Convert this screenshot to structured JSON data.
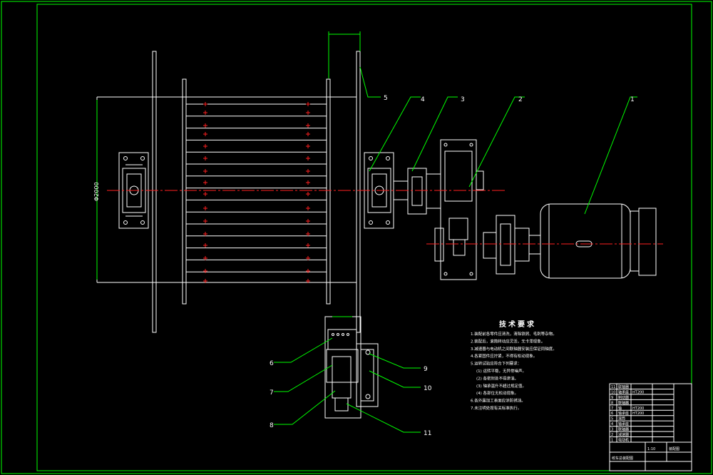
{
  "drawing": {
    "dimension_diameter": "Φ2000",
    "balloons": [
      "1",
      "2",
      "3",
      "4",
      "5",
      "6",
      "7",
      "8",
      "9",
      "10",
      "11"
    ]
  },
  "notes": {
    "title": "技术要求",
    "items": [
      "1.装配前各零件应清洗，清除铁屑、毛刺等杂物。",
      "2.装配后，滚筒转动应灵活，无卡滞现象。",
      "3.减速器与电动机之间联轴器安装应保证同轴度。",
      "4.各紧固件应拧紧，不得有松动现象。",
      "5.运转试验应符合下列要求：",
      "(1) 运转平稳，无异常噪声。",
      "(2) 各密封处不得渗油。",
      "(3) 轴承温升不超过规定值。",
      "(4) 各部位无松动现象。",
      "6.各外露加工表面应涂防锈油。",
      "7.未注明处按有关标准执行。"
    ]
  },
  "title_block": {
    "rows": [
      {
        "no": "11",
        "name": "联轴器",
        "material": "",
        "note": ""
      },
      {
        "no": "10",
        "name": "轴承座",
        "material": "HT200",
        "note": ""
      },
      {
        "no": "9",
        "name": "制动器",
        "material": "",
        "note": ""
      },
      {
        "no": "8",
        "name": "联轴器",
        "material": "",
        "note": ""
      },
      {
        "no": "7",
        "name": "轴",
        "material": "HT200",
        "note": ""
      },
      {
        "no": "6",
        "name": "轴承座",
        "material": "HT200",
        "note": ""
      },
      {
        "no": "5",
        "name": "滚筒",
        "material": "",
        "note": ""
      },
      {
        "no": "4",
        "name": "轴承座",
        "material": "",
        "note": ""
      },
      {
        "no": "3",
        "name": "联轴器",
        "material": "",
        "note": ""
      },
      {
        "no": "2",
        "name": "减速器",
        "material": "",
        "note": ""
      },
      {
        "no": "1",
        "name": "电动机",
        "material": "",
        "note": ""
      }
    ],
    "drawing_name": "绞车总装配图",
    "scale": "1:10",
    "sheet": "装配图"
  }
}
